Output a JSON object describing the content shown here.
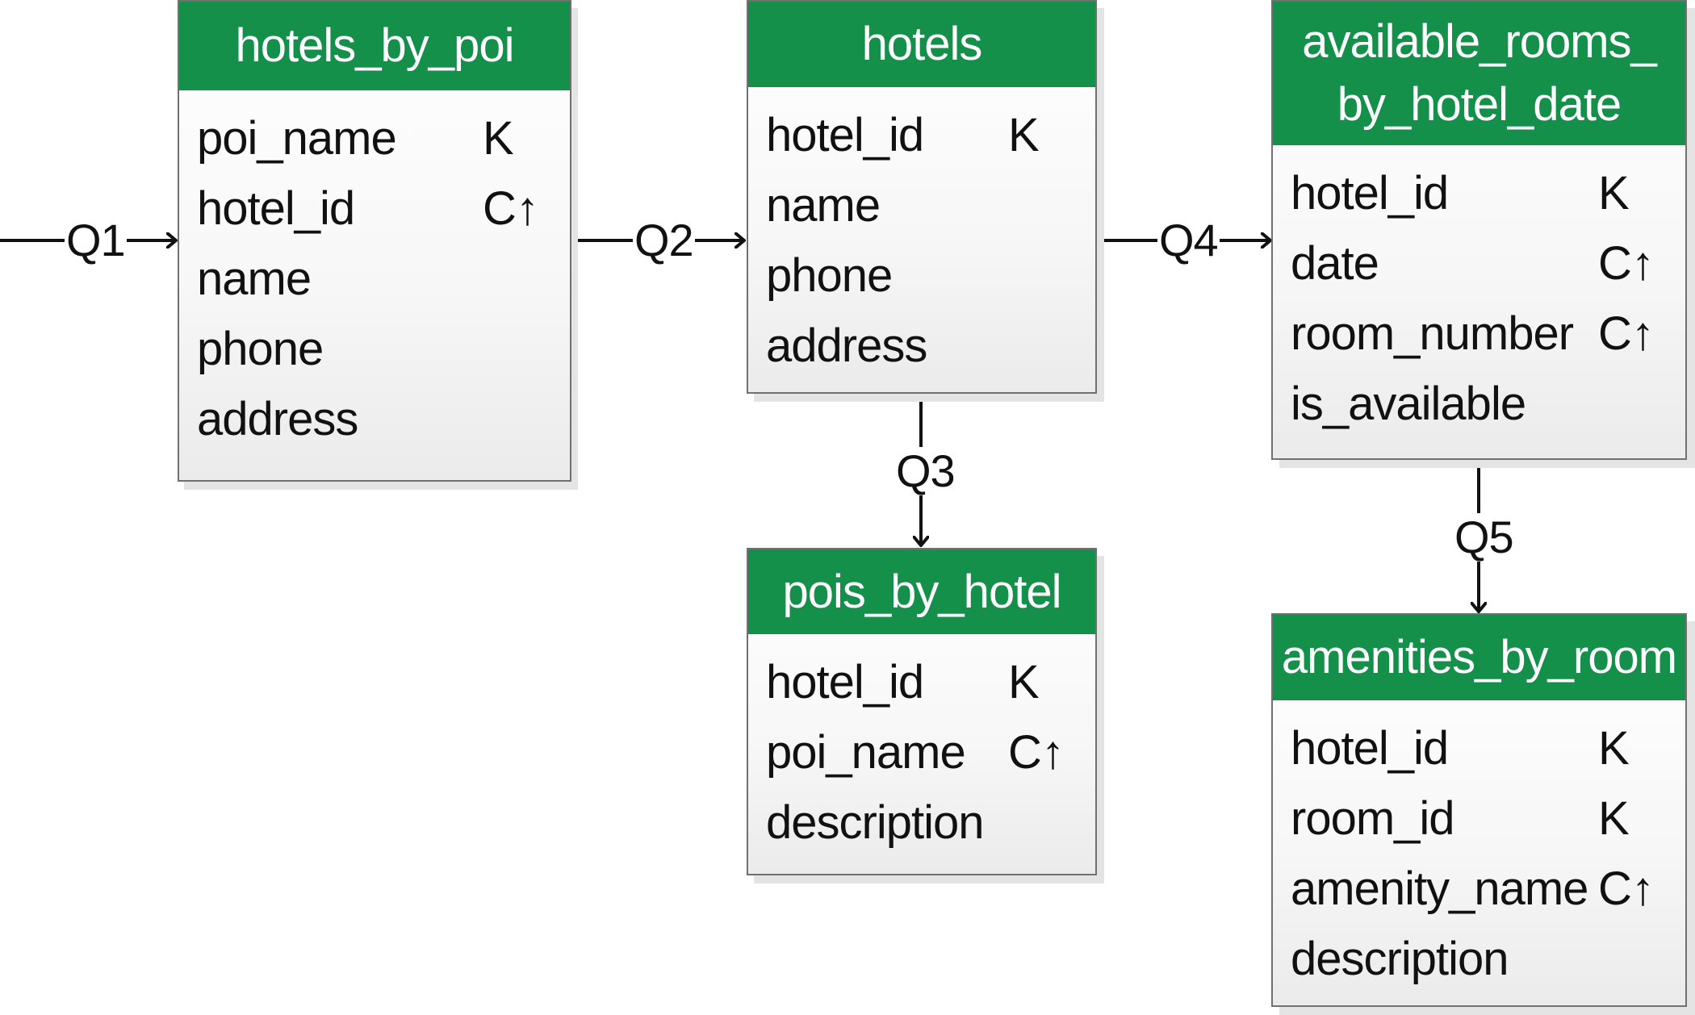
{
  "tables": {
    "hotels_by_poi": {
      "title": "hotels_by_poi",
      "fields": [
        {
          "name": "poi_name",
          "key": "K"
        },
        {
          "name": "hotel_id",
          "key": "C↑"
        },
        {
          "name": "name",
          "key": ""
        },
        {
          "name": "phone",
          "key": ""
        },
        {
          "name": "address",
          "key": ""
        }
      ]
    },
    "hotels": {
      "title": "hotels",
      "fields": [
        {
          "name": "hotel_id",
          "key": "K"
        },
        {
          "name": "name",
          "key": ""
        },
        {
          "name": "phone",
          "key": ""
        },
        {
          "name": "address",
          "key": ""
        }
      ]
    },
    "available_rooms_by_hotel_date": {
      "title": "available_rooms_\nby_hotel_date",
      "fields": [
        {
          "name": "hotel_id",
          "key": "K"
        },
        {
          "name": "date",
          "key": "C↑"
        },
        {
          "name": "room_number",
          "key": "C↑"
        },
        {
          "name": "is_available",
          "key": ""
        }
      ]
    },
    "pois_by_hotel": {
      "title": "pois_by_hotel",
      "fields": [
        {
          "name": "hotel_id",
          "key": "K"
        },
        {
          "name": "poi_name",
          "key": "C↑"
        },
        {
          "name": "description",
          "key": ""
        }
      ]
    },
    "amenities_by_room": {
      "title": "amenities_by_room",
      "fields": [
        {
          "name": "hotel_id",
          "key": "K"
        },
        {
          "name": "room_id",
          "key": "K"
        },
        {
          "name": "amenity_name",
          "key": "C↑"
        },
        {
          "name": "description",
          "key": ""
        }
      ]
    }
  },
  "queries": {
    "q1": "Q1",
    "q2": "Q2",
    "q3": "Q3",
    "q4": "Q4",
    "q5": "Q5"
  },
  "colors": {
    "header": "#15904a",
    "border": "#707070",
    "line": "#111111"
  }
}
